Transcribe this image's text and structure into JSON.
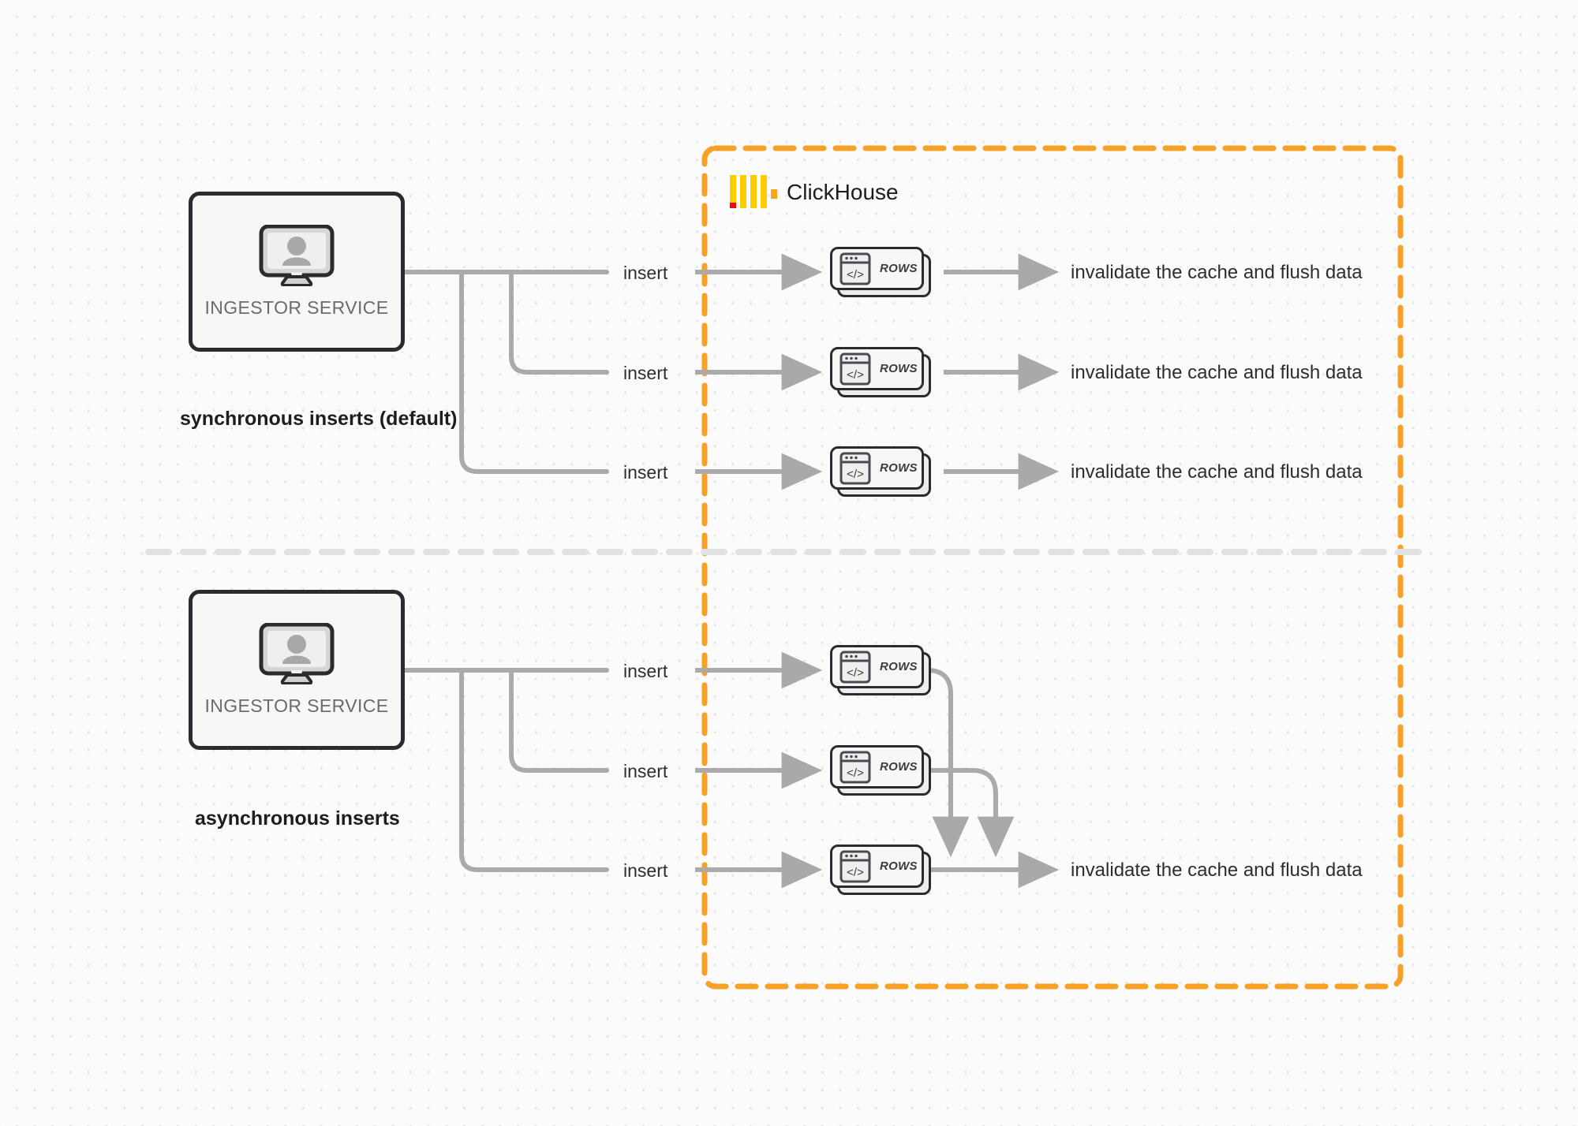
{
  "diagram": {
    "title": "ClickHouse synchronous vs asynchronous inserts",
    "colors": {
      "boundary_orange": "#f7a128",
      "logo_yellow": "#ffcc00",
      "logo_orange": "#faa61a",
      "logo_red": "#ff0000",
      "connector_gray": "#aaaaaa",
      "box_border": "#2b2b2f",
      "background": "#fbfbfb",
      "dot_grid": "#e6e4e4"
    },
    "boundary": {
      "label": "ClickHouse",
      "logo_name": "clickhouse-logo",
      "style": "dashed"
    },
    "divider": {
      "style": "dashed",
      "orientation": "horizontal"
    },
    "sections": [
      {
        "id": "synchronous",
        "label": "synchronous inserts (default)",
        "source": {
          "label": "INGESTOR SERVICE",
          "icon": "monitor-user-icon"
        },
        "flows": [
          {
            "edge_label": "insert",
            "node_label": "ROWS",
            "sink_label": "invalidate the cache and flush data"
          },
          {
            "edge_label": "insert",
            "node_label": "ROWS",
            "sink_label": "invalidate the cache and flush data"
          },
          {
            "edge_label": "insert",
            "node_label": "ROWS",
            "sink_label": "invalidate the cache and flush data"
          }
        ]
      },
      {
        "id": "asynchronous",
        "label": "asynchronous inserts",
        "source": {
          "label": "INGESTOR SERVICE",
          "icon": "monitor-user-icon"
        },
        "flows": [
          {
            "edge_label": "insert",
            "node_label": "ROWS",
            "sink_label": ""
          },
          {
            "edge_label": "insert",
            "node_label": "ROWS",
            "sink_label": ""
          },
          {
            "edge_label": "insert",
            "node_label": "ROWS",
            "sink_label": "invalidate the cache and flush data"
          }
        ]
      }
    ]
  }
}
